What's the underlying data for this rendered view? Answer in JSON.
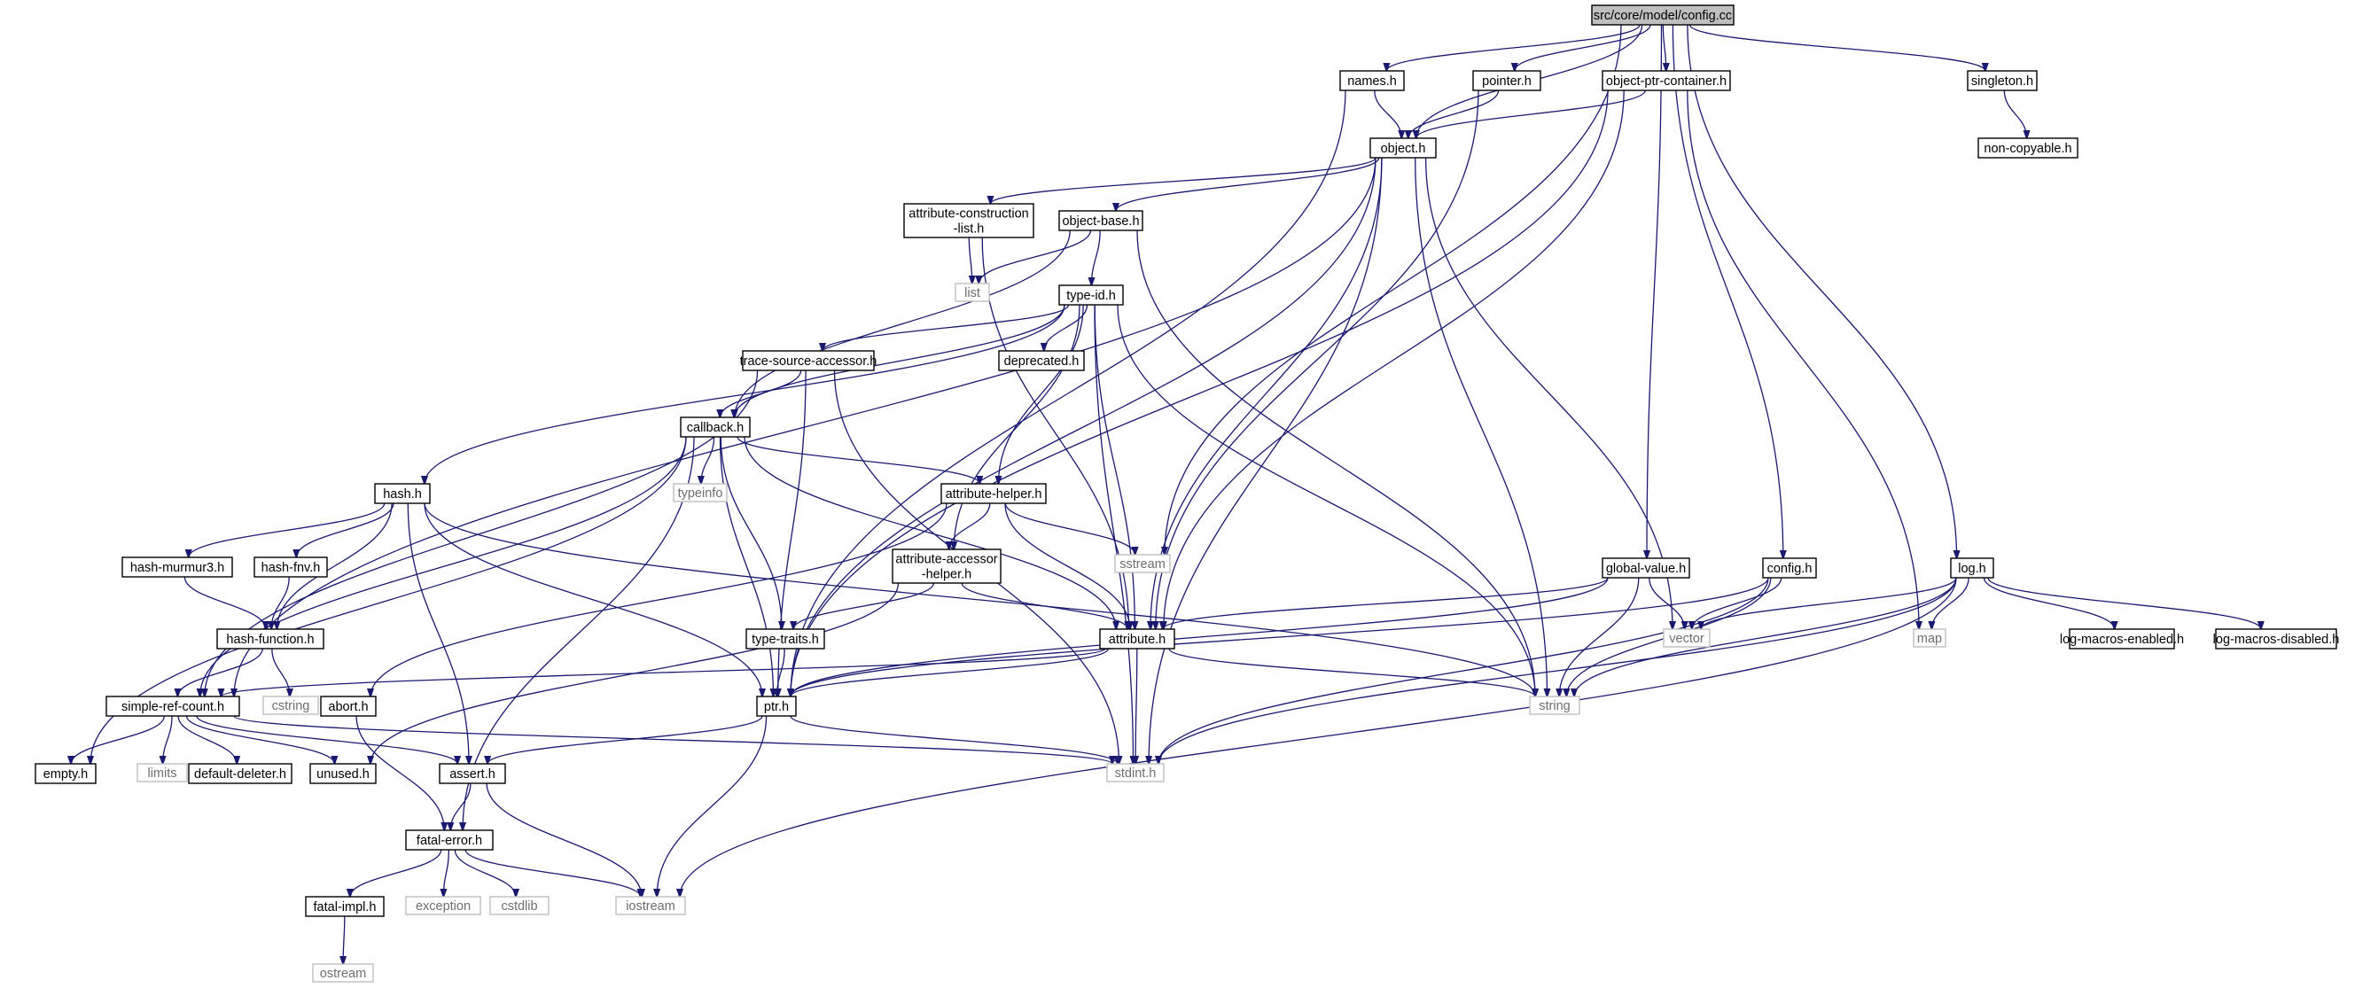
{
  "graph": {
    "root": "src/core/model/config.cc",
    "colors": {
      "edge": "#191970",
      "root_fill": "#bfbfbf",
      "system_border": "#bfbfbf",
      "system_text": "#6e6e6e"
    },
    "nodes": [
      {
        "id": "root",
        "lines": [
          "src/core/model/config.cc"
        ],
        "kind": "root"
      },
      {
        "id": "names",
        "lines": [
          "names.h"
        ],
        "kind": "header"
      },
      {
        "id": "pointer",
        "lines": [
          "pointer.h"
        ],
        "kind": "header"
      },
      {
        "id": "objptrcont",
        "lines": [
          "object-ptr-container.h"
        ],
        "kind": "header"
      },
      {
        "id": "singleton",
        "lines": [
          "singleton.h"
        ],
        "kind": "header"
      },
      {
        "id": "noncopy",
        "lines": [
          "non-copyable.h"
        ],
        "kind": "header"
      },
      {
        "id": "object",
        "lines": [
          "object.h"
        ],
        "kind": "header"
      },
      {
        "id": "attrconst",
        "lines": [
          "attribute-construction",
          "-list.h"
        ],
        "kind": "header"
      },
      {
        "id": "objbase",
        "lines": [
          "object-base.h"
        ],
        "kind": "header"
      },
      {
        "id": "list",
        "lines": [
          "list"
        ],
        "kind": "system"
      },
      {
        "id": "typeid",
        "lines": [
          "type-id.h"
        ],
        "kind": "header"
      },
      {
        "id": "tsacc",
        "lines": [
          "trace-source-accessor.h"
        ],
        "kind": "header"
      },
      {
        "id": "deprecated",
        "lines": [
          "deprecated.h"
        ],
        "kind": "header"
      },
      {
        "id": "callback",
        "lines": [
          "callback.h"
        ],
        "kind": "header"
      },
      {
        "id": "typeinfo",
        "lines": [
          "typeinfo"
        ],
        "kind": "system"
      },
      {
        "id": "hash",
        "lines": [
          "hash.h"
        ],
        "kind": "header"
      },
      {
        "id": "attrhelper",
        "lines": [
          "attribute-helper.h"
        ],
        "kind": "header"
      },
      {
        "id": "sstream",
        "lines": [
          "sstream"
        ],
        "kind": "system"
      },
      {
        "id": "hashmur",
        "lines": [
          "hash-murmur3.h"
        ],
        "kind": "header"
      },
      {
        "id": "hashfnv",
        "lines": [
          "hash-fnv.h"
        ],
        "kind": "header"
      },
      {
        "id": "attracc",
        "lines": [
          "attribute-accessor",
          "-helper.h"
        ],
        "kind": "header"
      },
      {
        "id": "globalvalue",
        "lines": [
          "global-value.h"
        ],
        "kind": "header"
      },
      {
        "id": "config",
        "lines": [
          "config.h"
        ],
        "kind": "header"
      },
      {
        "id": "log",
        "lines": [
          "log.h"
        ],
        "kind": "header"
      },
      {
        "id": "hashfunc",
        "lines": [
          "hash-function.h"
        ],
        "kind": "header"
      },
      {
        "id": "typetraits",
        "lines": [
          "type-traits.h"
        ],
        "kind": "header"
      },
      {
        "id": "attribute",
        "lines": [
          "attribute.h"
        ],
        "kind": "header"
      },
      {
        "id": "vector",
        "lines": [
          "vector"
        ],
        "kind": "system"
      },
      {
        "id": "map",
        "lines": [
          "map"
        ],
        "kind": "system"
      },
      {
        "id": "logmacen",
        "lines": [
          "log-macros-enabled.h"
        ],
        "kind": "header"
      },
      {
        "id": "logmacdis",
        "lines": [
          "log-macros-disabled.h"
        ],
        "kind": "header"
      },
      {
        "id": "cstring",
        "lines": [
          "cstring"
        ],
        "kind": "system"
      },
      {
        "id": "abort",
        "lines": [
          "abort.h"
        ],
        "kind": "header"
      },
      {
        "id": "simpleref",
        "lines": [
          "simple-ref-count.h"
        ],
        "kind": "header"
      },
      {
        "id": "ptr",
        "lines": [
          "ptr.h"
        ],
        "kind": "header"
      },
      {
        "id": "string",
        "lines": [
          "string"
        ],
        "kind": "system"
      },
      {
        "id": "empty",
        "lines": [
          "empty.h"
        ],
        "kind": "header"
      },
      {
        "id": "limits",
        "lines": [
          "limits"
        ],
        "kind": "system"
      },
      {
        "id": "defdel",
        "lines": [
          "default-deleter.h"
        ],
        "kind": "header"
      },
      {
        "id": "unused",
        "lines": [
          "unused.h"
        ],
        "kind": "header"
      },
      {
        "id": "assert",
        "lines": [
          "assert.h"
        ],
        "kind": "header"
      },
      {
        "id": "stdint",
        "lines": [
          "stdint.h"
        ],
        "kind": "system"
      },
      {
        "id": "fatalerr",
        "lines": [
          "fatal-error.h"
        ],
        "kind": "header"
      },
      {
        "id": "fatalimpl",
        "lines": [
          "fatal-impl.h"
        ],
        "kind": "header"
      },
      {
        "id": "exception",
        "lines": [
          "exception"
        ],
        "kind": "system"
      },
      {
        "id": "cstdlib",
        "lines": [
          "cstdlib"
        ],
        "kind": "system"
      },
      {
        "id": "iostream",
        "lines": [
          "iostream"
        ],
        "kind": "system"
      },
      {
        "id": "ostream",
        "lines": [
          "ostream"
        ],
        "kind": "system"
      }
    ],
    "edges": [
      [
        "root",
        "names"
      ],
      [
        "root",
        "pointer"
      ],
      [
        "root",
        "objptrcont"
      ],
      [
        "root",
        "singleton"
      ],
      [
        "root",
        "object"
      ],
      [
        "root",
        "sstream"
      ],
      [
        "root",
        "globalvalue"
      ],
      [
        "root",
        "config"
      ],
      [
        "root",
        "log"
      ],
      [
        "names",
        "object"
      ],
      [
        "names",
        "ptr"
      ],
      [
        "pointer",
        "object"
      ],
      [
        "pointer",
        "attribute"
      ],
      [
        "objptrcont",
        "object"
      ],
      [
        "objptrcont",
        "attribute"
      ],
      [
        "objptrcont",
        "ptr"
      ],
      [
        "objptrcont",
        "map"
      ],
      [
        "singleton",
        "noncopy"
      ],
      [
        "object",
        "attrconst"
      ],
      [
        "object",
        "objbase"
      ],
      [
        "object",
        "simpleref"
      ],
      [
        "object",
        "ptr"
      ],
      [
        "object",
        "attribute"
      ],
      [
        "object",
        "string"
      ],
      [
        "object",
        "vector"
      ],
      [
        "object",
        "stdint"
      ],
      [
        "attrconst",
        "list"
      ],
      [
        "attrconst",
        "attribute"
      ],
      [
        "objbase",
        "list"
      ],
      [
        "objbase",
        "typeid"
      ],
      [
        "objbase",
        "callback"
      ],
      [
        "objbase",
        "string"
      ],
      [
        "typeid",
        "tsacc"
      ],
      [
        "typeid",
        "deprecated"
      ],
      [
        "typeid",
        "callback"
      ],
      [
        "typeid",
        "hash"
      ],
      [
        "typeid",
        "attrhelper"
      ],
      [
        "typeid",
        "attracc"
      ],
      [
        "typeid",
        "attribute"
      ],
      [
        "typeid",
        "string"
      ],
      [
        "typeid",
        "stdint"
      ],
      [
        "tsacc",
        "callback"
      ],
      [
        "tsacc",
        "simpleref"
      ],
      [
        "tsacc",
        "ptr"
      ],
      [
        "tsacc",
        "stdint"
      ],
      [
        "callback",
        "typeinfo"
      ],
      [
        "callback",
        "attrhelper"
      ],
      [
        "callback",
        "simpleref"
      ],
      [
        "callback",
        "ptr"
      ],
      [
        "callback",
        "typetraits"
      ],
      [
        "callback",
        "attribute"
      ],
      [
        "callback",
        "empty"
      ],
      [
        "callback",
        "fatalerr"
      ],
      [
        "hash",
        "hashmur"
      ],
      [
        "hash",
        "hashfnv"
      ],
      [
        "hash",
        "hashfunc"
      ],
      [
        "hash",
        "ptr"
      ],
      [
        "hash",
        "assert"
      ],
      [
        "hash",
        "string"
      ],
      [
        "attrhelper",
        "sstream"
      ],
      [
        "attrhelper",
        "attracc"
      ],
      [
        "attrhelper",
        "attribute"
      ],
      [
        "attrhelper",
        "abort"
      ],
      [
        "hashmur",
        "hashfunc"
      ],
      [
        "hashfnv",
        "hashfunc"
      ],
      [
        "attracc",
        "typetraits"
      ],
      [
        "attracc",
        "attribute"
      ],
      [
        "attracc",
        "unused"
      ],
      [
        "globalvalue",
        "attribute"
      ],
      [
        "globalvalue",
        "ptr"
      ],
      [
        "globalvalue",
        "vector"
      ],
      [
        "globalvalue",
        "string"
      ],
      [
        "config",
        "vector"
      ],
      [
        "config",
        "ptr"
      ],
      [
        "config",
        "string"
      ],
      [
        "config",
        "stdint"
      ],
      [
        "log",
        "vector"
      ],
      [
        "log",
        "map"
      ],
      [
        "log",
        "logmacen"
      ],
      [
        "log",
        "logmacdis"
      ],
      [
        "log",
        "string"
      ],
      [
        "log",
        "stdint"
      ],
      [
        "log",
        "iostream"
      ],
      [
        "hashfunc",
        "cstring"
      ],
      [
        "hashfunc",
        "simpleref"
      ],
      [
        "typetraits",
        "ptr"
      ],
      [
        "attribute",
        "simpleref"
      ],
      [
        "attribute",
        "ptr"
      ],
      [
        "attribute",
        "string"
      ],
      [
        "attribute",
        "stdint"
      ],
      [
        "abort",
        "fatalerr"
      ],
      [
        "simpleref",
        "empty"
      ],
      [
        "simpleref",
        "limits"
      ],
      [
        "simpleref",
        "defdel"
      ],
      [
        "simpleref",
        "unused"
      ],
      [
        "simpleref",
        "assert"
      ],
      [
        "simpleref",
        "stdint"
      ],
      [
        "ptr",
        "assert"
      ],
      [
        "ptr",
        "stdint"
      ],
      [
        "ptr",
        "iostream"
      ],
      [
        "assert",
        "fatalerr"
      ],
      [
        "assert",
        "iostream"
      ],
      [
        "fatalerr",
        "fatalimpl"
      ],
      [
        "fatalerr",
        "exception"
      ],
      [
        "fatalerr",
        "cstdlib"
      ],
      [
        "fatalerr",
        "iostream"
      ],
      [
        "fatalimpl",
        "ostream"
      ]
    ]
  }
}
